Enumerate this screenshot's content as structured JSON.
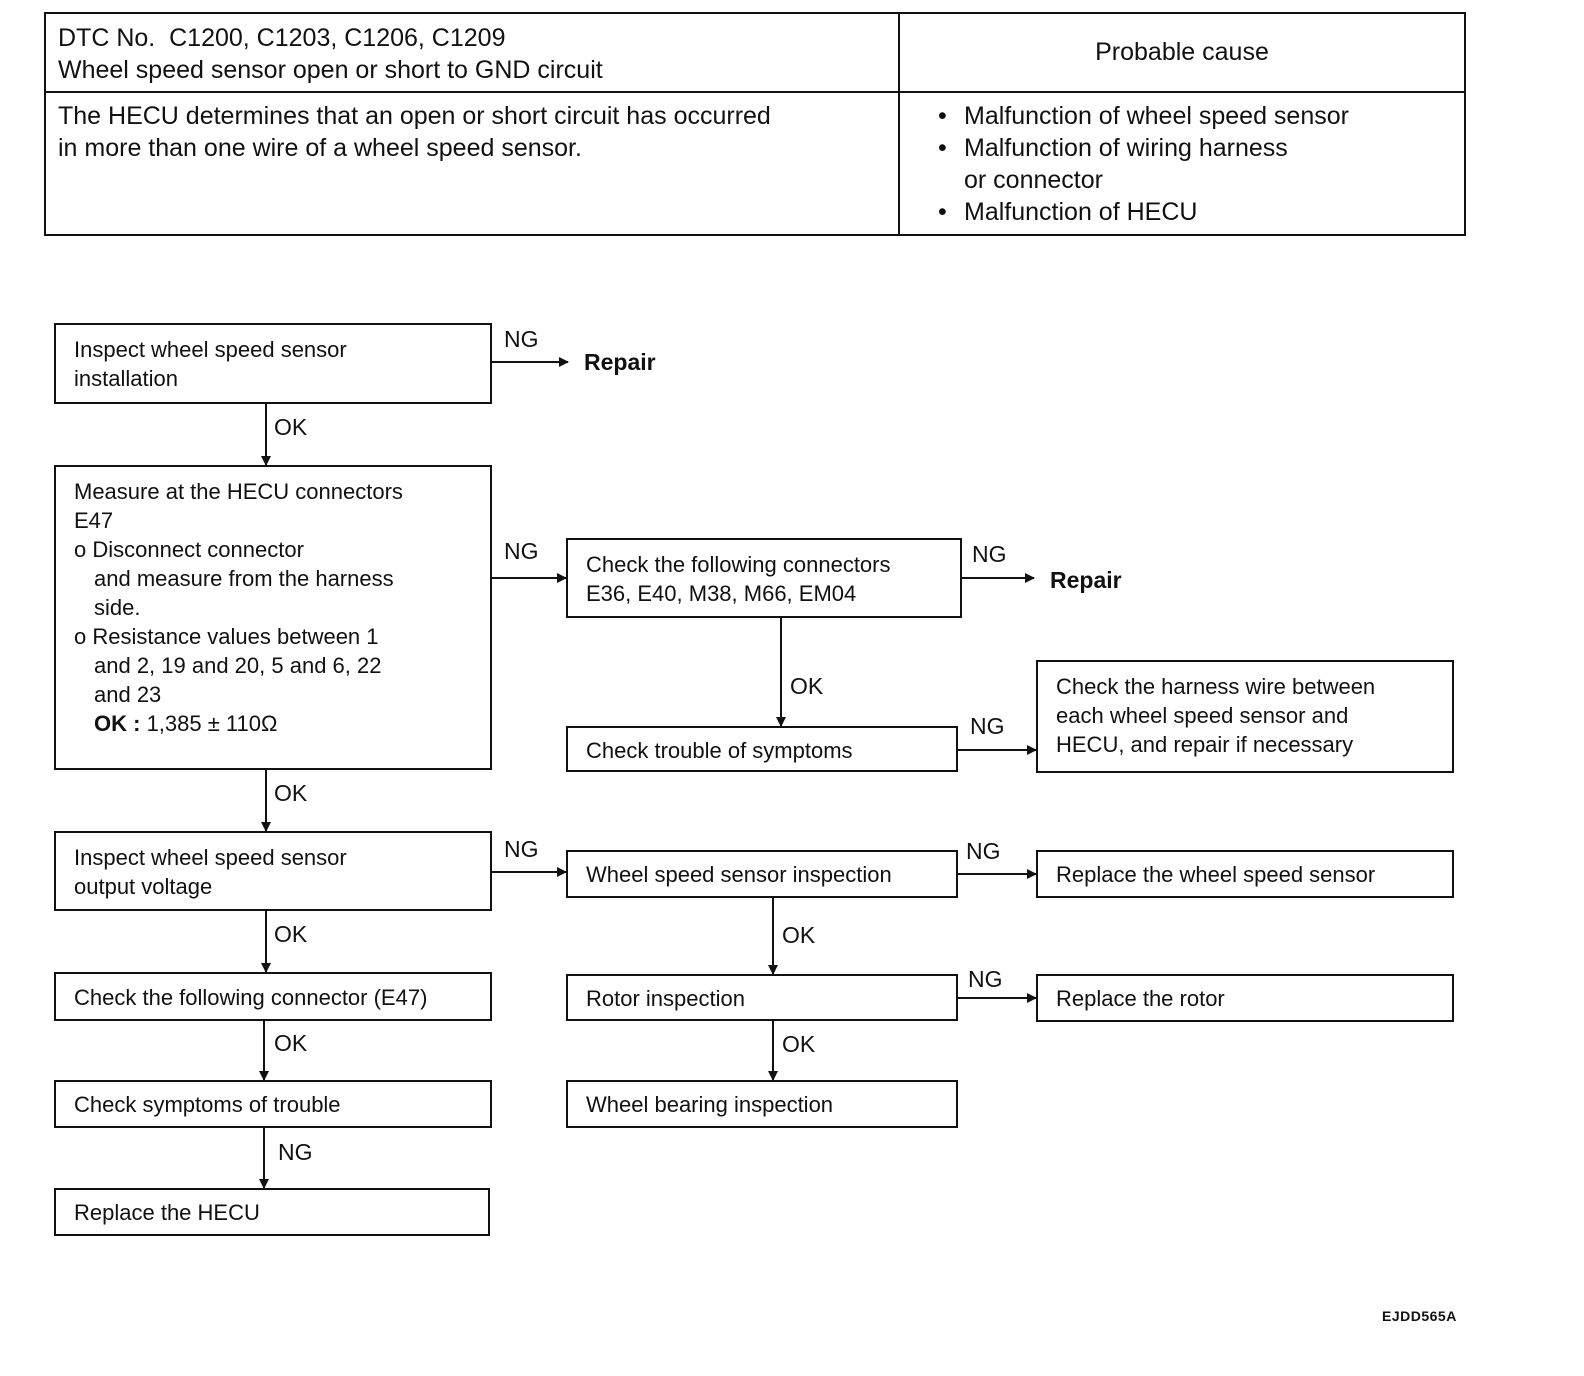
{
  "header": {
    "dtc_line": "DTC No.  C1200, C1203, C1206, C1209",
    "dtc_title": "Wheel speed sensor open or short to GND circuit",
    "description_lines": [
      "The HECU determines that an open or short circuit has occurred",
      "in more than one wire of a wheel speed sensor."
    ],
    "cause_heading": "Probable cause",
    "causes": [
      "Malfunction of wheel speed sensor",
      "Malfunction of wiring harness\nor connector",
      "Malfunction of HECU"
    ]
  },
  "flow": {
    "inspect_installation": "Inspect wheel speed sensor\ninstallation",
    "repair_1": "Repair",
    "measure": {
      "line1": "Measure at the HECU connectors",
      "line2": "E47",
      "bullet1_a": "o Disconnect connector",
      "bullet1_b": "and measure from the harness",
      "bullet1_c": "side.",
      "bullet2_a": "o Resistance values between 1",
      "bullet2_b": "and 2, 19 and 20, 5 and 6, 22",
      "bullet2_c": "and 23",
      "ok_label": "OK :",
      "ok_value": " 1,385 ± 110Ω"
    },
    "check_connectors": "Check the following connectors\nE36, E40, M38, M66, EM04",
    "repair_2": "Repair",
    "check_trouble": "Check trouble of symptoms",
    "check_harness": "Check the harness wire between\neach wheel speed sensor and\nHECU, and repair if necessary",
    "inspect_output": "Inspect wheel speed sensor\noutput voltage",
    "sensor_inspection": "Wheel speed sensor inspection",
    "replace_sensor": "Replace the wheel speed sensor",
    "check_connector_e47": "Check the following connector (E47)",
    "rotor_inspection": "Rotor inspection",
    "replace_rotor": "Replace the rotor",
    "check_symptoms": "Check symptoms of trouble",
    "bearing_inspection": "Wheel bearing inspection",
    "replace_hecu": "Replace the HECU",
    "labels": {
      "ng": "NG",
      "ok": "OK"
    }
  },
  "figure_code": "EJDD565A"
}
